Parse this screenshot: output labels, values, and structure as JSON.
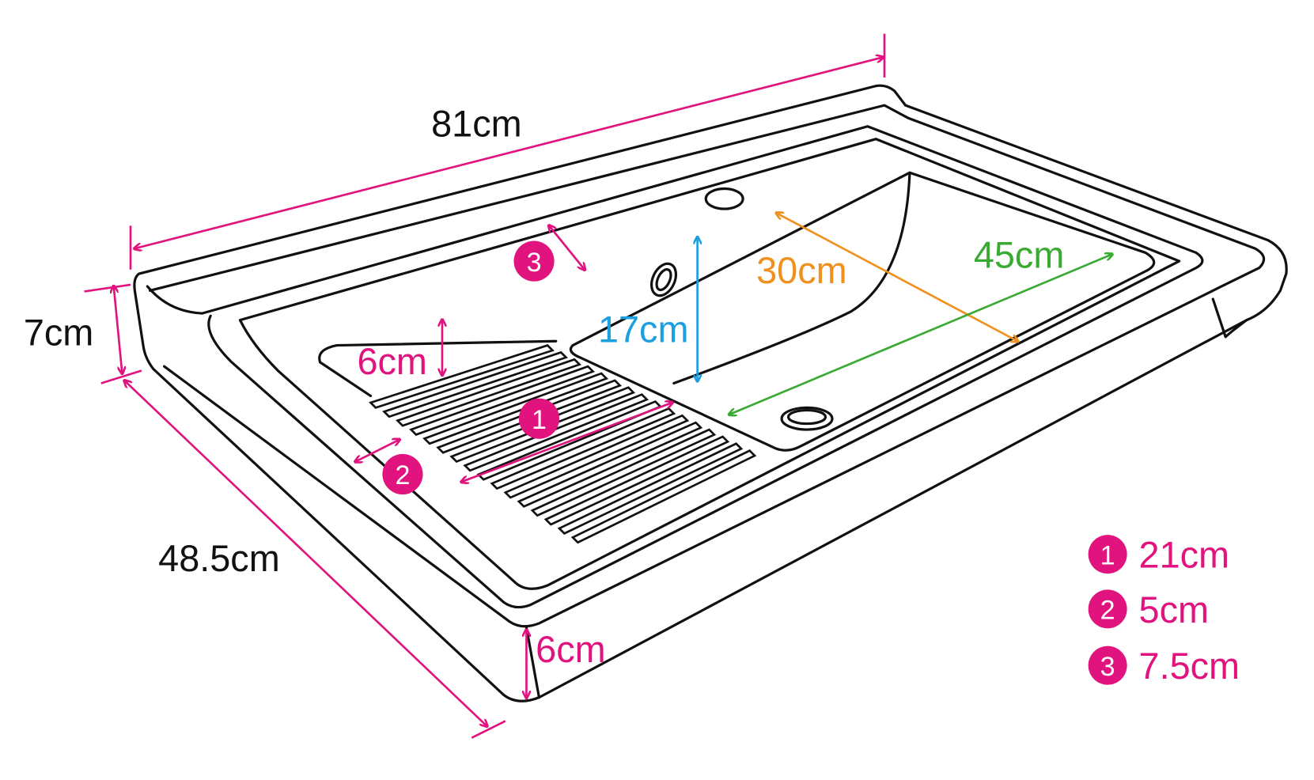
{
  "colors": {
    "pink": "#e0137f",
    "orange": "#f0901e",
    "green": "#3aaa35",
    "blue": "#1b9fe0",
    "line": "#111111"
  },
  "dimensions": {
    "width": "81cm",
    "depth": "48.5cm",
    "rim_height": "7cm",
    "front_height": "6cm",
    "washboard_step": "6cm",
    "basin_depth": "17cm",
    "basin_width": "30cm",
    "basin_length": "45cm"
  },
  "markers": [
    "1",
    "2",
    "3"
  ],
  "legend": [
    {
      "number": "1",
      "value": "21cm"
    },
    {
      "number": "2",
      "value": "5cm"
    },
    {
      "number": "3",
      "value": "7.5cm"
    }
  ]
}
